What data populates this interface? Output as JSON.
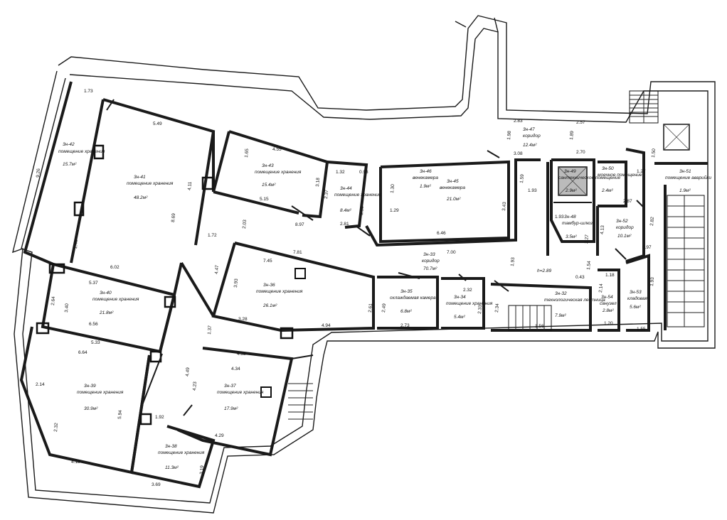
{
  "rooms": [
    {
      "id": "3н-42",
      "name": "помещение хранения",
      "area": "15.7м²"
    },
    {
      "id": "3н-41",
      "name": "помещение хранения",
      "area": "48.2м²"
    },
    {
      "id": "3н-43",
      "name": "помещение хранения",
      "area": "15.4м²"
    },
    {
      "id": "3н-44",
      "name": "помещение хранения",
      "area": "8.4м²"
    },
    {
      "id": "3н-46",
      "name": "венекамера",
      "area": "1.9м²"
    },
    {
      "id": "3н-45",
      "name": "венекамера",
      "area": "21.0м²"
    },
    {
      "id": "3н-47",
      "name": "коридор",
      "area": "12.4м²"
    },
    {
      "id": "3н-49",
      "name": "сантехническое помещение",
      "area": "2.9м²"
    },
    {
      "id": "3н-50",
      "name": "моечное помещение",
      "area": "2.4м²"
    },
    {
      "id": "3н-51",
      "name": "помещение аварийки",
      "area": "1.9м²"
    },
    {
      "id": "3н-48",
      "name": "тамбур-шлюз",
      "area": "3.5м²"
    },
    {
      "id": "3н-52",
      "name": "коридор",
      "area": "10.1м²"
    },
    {
      "id": "3н-40",
      "name": "помещение хранения",
      "area": "21.8м²"
    },
    {
      "id": "3н-36",
      "name": "помещение хранения",
      "area": "26.1м²"
    },
    {
      "id": "3н-33",
      "name": "коридор",
      "area": "70.7м²"
    },
    {
      "id": "3н-35",
      "name": "охлаждаемая камера",
      "area": "6.8м²"
    },
    {
      "id": "3н-34",
      "name": "помещение хранения",
      "area": "5.4м²"
    },
    {
      "id": "3н-32",
      "name": "технологическая лестница",
      "area": "7.9м²"
    },
    {
      "id": "3н-54",
      "name": "санузел",
      "area": "2.8м²"
    },
    {
      "id": "3н-53",
      "name": "кладовая",
      "area": "5.6м²"
    },
    {
      "id": "3н-39",
      "name": "помещение хранения",
      "area": "30.9м²"
    },
    {
      "id": "3н-37",
      "name": "помещение хранения",
      "area": "17.9м²"
    },
    {
      "id": "3н-38",
      "name": "помещение хранения",
      "area": "11.3м²"
    }
  ],
  "ceiling_height": "h=2.89",
  "dimensions": [
    "1.73",
    "5.49",
    "9.26",
    "4.11",
    "8.69",
    "2.45",
    "6.02",
    "1.65",
    "4.55",
    "3.18",
    "5.15",
    "1.32",
    "0.93",
    "2.37",
    "3.55",
    "2.81",
    "8.97",
    "1.72",
    "2.03",
    "1.29",
    "1.30",
    "3.43",
    "6.46",
    "2.83",
    "2.57",
    "1.98",
    "3.08",
    "1.89",
    "2.70",
    "1.59",
    "1.93",
    "1.27",
    "1.50",
    "2.87",
    "1.93",
    "2.27",
    "4.13",
    "2.82",
    "0.97",
    "7.00",
    "7.81",
    "7.45",
    "3.93",
    "3.28",
    "4.94",
    "2.61",
    "2.49",
    "2.73",
    "2.32",
    "2.33",
    "2.34",
    "1.56",
    "1.93",
    "0.43",
    "1.54",
    "1.18",
    "2.14",
    "1.20",
    "1.55",
    "1.93",
    "5.37",
    "2.64",
    "3.40",
    "6.56",
    "1.37",
    "4.47",
    "5.33",
    "6.64",
    "4.53",
    "4.34",
    "2.14",
    "5.94",
    "2.32",
    "4.18",
    "1.92",
    "4.49",
    "4.23",
    "4.29",
    "3.19",
    "3.69"
  ]
}
